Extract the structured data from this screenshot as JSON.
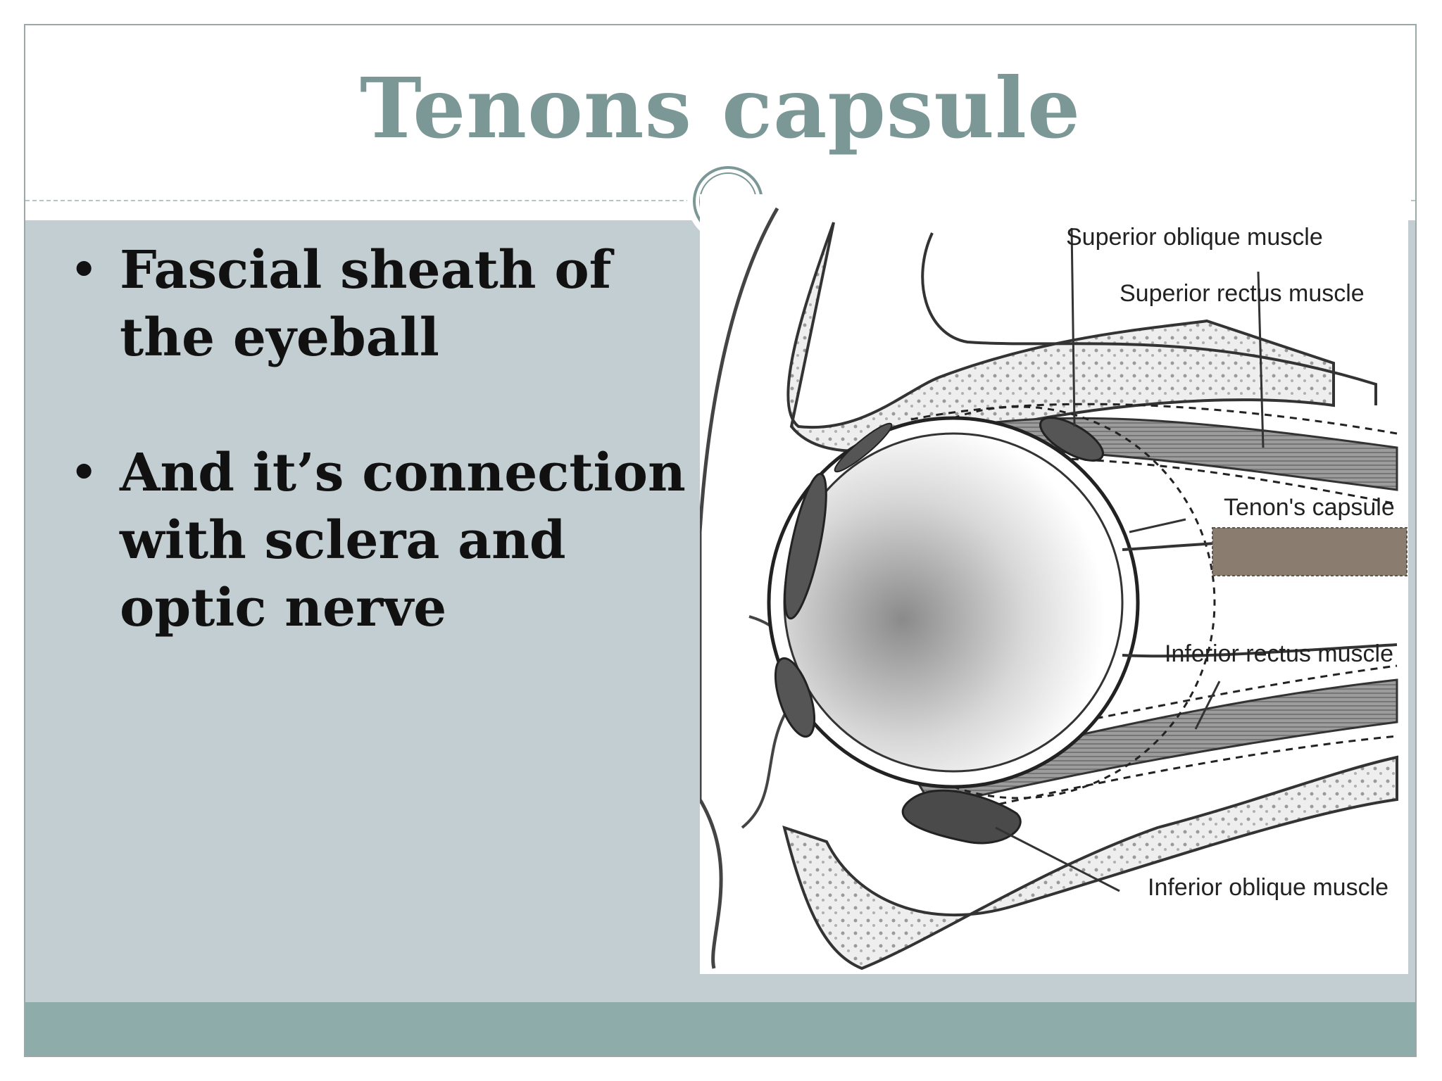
{
  "slide": {
    "title": "Tenons capsule",
    "bullets": [
      "Fascial sheath of the eyeball",
      "And it’s connection with sclera and optic nerve"
    ]
  },
  "diagram": {
    "labels": {
      "superior_oblique": "Superior oblique muscle",
      "superior_rectus": "Superior rectus muscle",
      "tenons_capsule": "Tenon's capsule",
      "inferior_rectus": "Inferior rectus muscle",
      "inferior_oblique": "Inferior oblique muscle"
    }
  },
  "colors": {
    "title": "#7b9796",
    "content_background": "#c3ced3",
    "footer_bar": "#8eacaa",
    "label_cover": "#8a7d70"
  }
}
